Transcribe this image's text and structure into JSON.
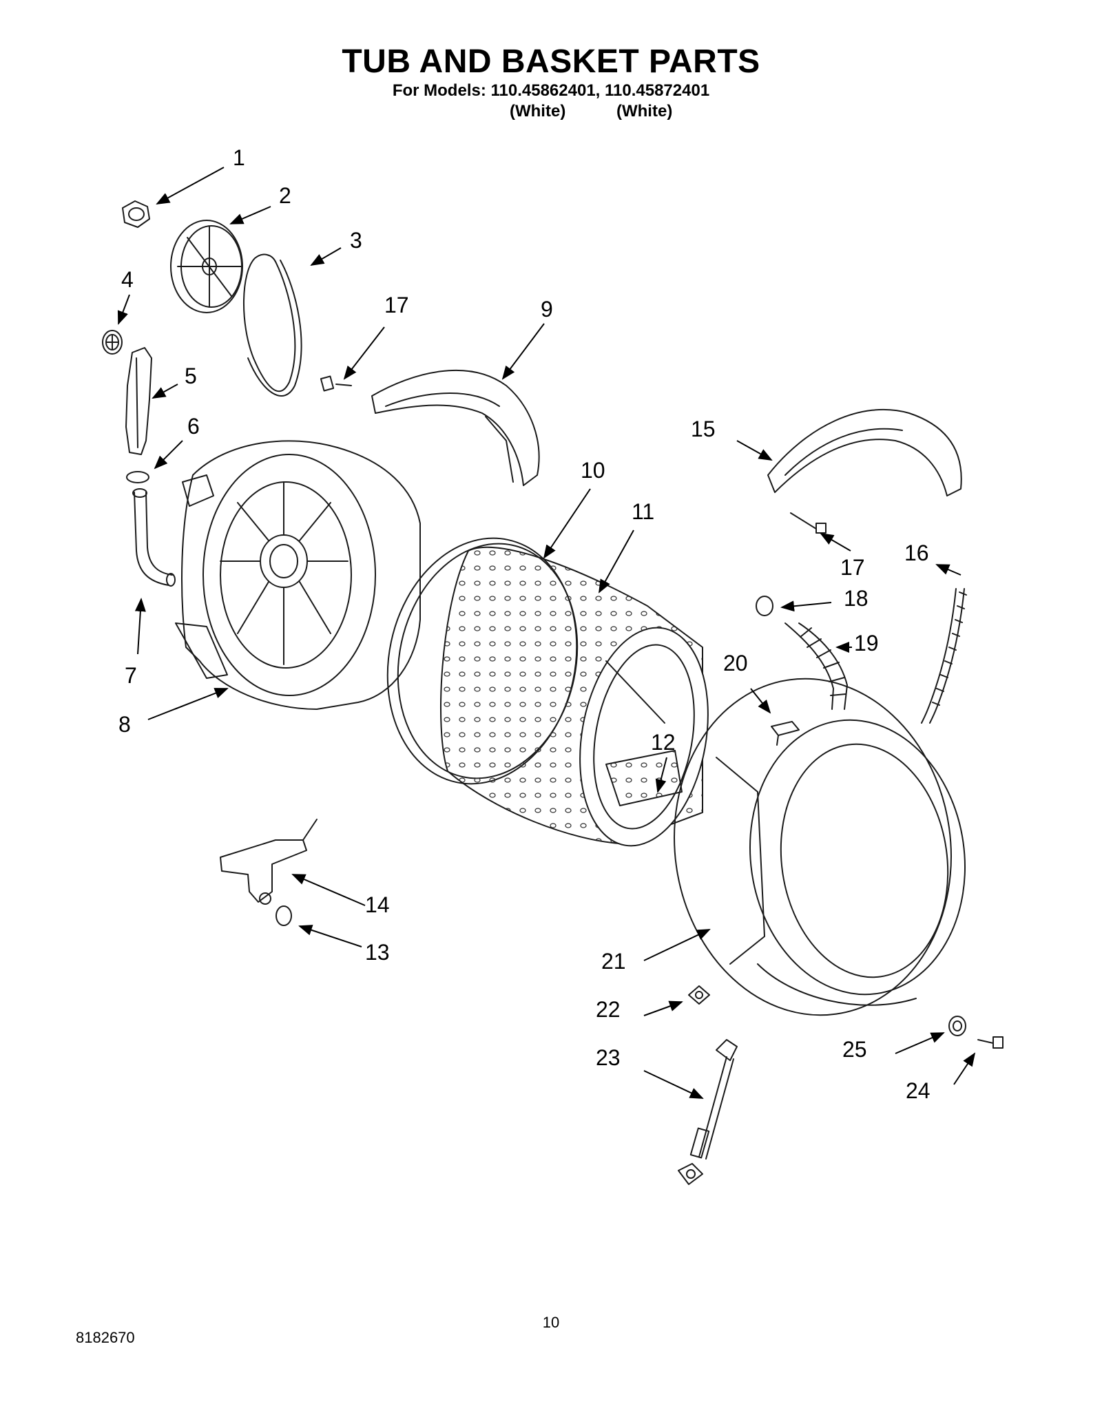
{
  "header": {
    "title": "TUB AND BASKET PARTS",
    "models": "For Models: 110.45862401, 110.45872401",
    "variant_1": "(White)",
    "variant_2": "(White)"
  },
  "callouts": [
    "1",
    "2",
    "3",
    "4",
    "5",
    "6",
    "7",
    "8",
    "9",
    "10",
    "11",
    "12",
    "13",
    "14",
    "15",
    "16",
    "17",
    "17",
    "18",
    "19",
    "20",
    "21",
    "22",
    "23",
    "24",
    "25"
  ],
  "footer": {
    "document_number": "8182670",
    "page_number": "10"
  }
}
